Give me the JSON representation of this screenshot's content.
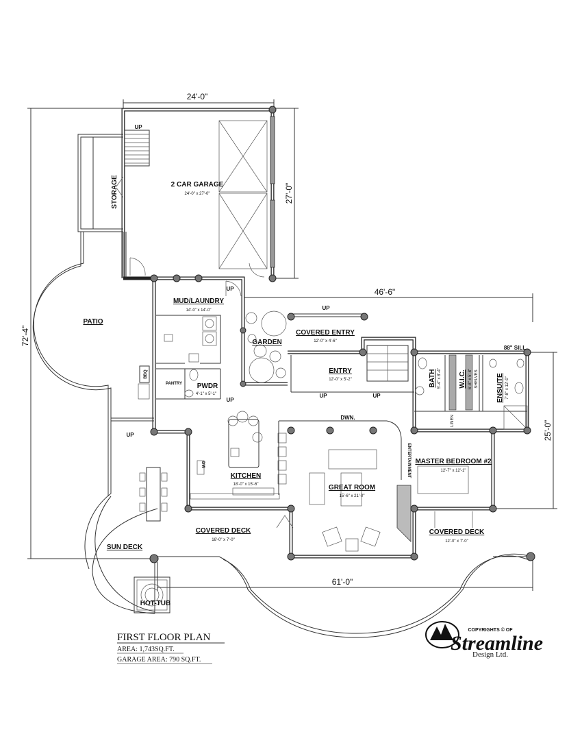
{
  "dimensions": {
    "garage_width": "24'-0\"",
    "garage_depth": "27'-0\"",
    "house_width": "46'-6\"",
    "overall_depth": "72'-4\"",
    "wing_depth": "25'-0\"",
    "deck_width": "61'-0\"",
    "sill_note": "88\" SILL"
  },
  "rooms": {
    "garage": {
      "name": "2 CAR GARAGE",
      "size": "24'-0\" x 27'-0\""
    },
    "storage": {
      "name": "STORAGE"
    },
    "mud": {
      "name": "MUD/LAUNDRY",
      "size": "14'-0\" x 14'-0\""
    },
    "patio": {
      "name": "PATIO"
    },
    "garden": {
      "name": "GARDEN"
    },
    "covered_entry": {
      "name": "COVERED ENTRY",
      "size": "12'-0\" x 4'-6\""
    },
    "entry": {
      "name": "ENTRY",
      "size": "12'-0\" x 5'-2\""
    },
    "bath": {
      "name": "BATH",
      "size": "5'-4\" x 8'-4\""
    },
    "wic": {
      "name": "W.I.C.",
      "size": "6'-8\" x 5'-8\""
    },
    "shelves": {
      "name": "SHELVES"
    },
    "ensuite": {
      "name": "ENSUITE",
      "size": "7'-8\" x 12'-0\""
    },
    "linen": {
      "name": "LINEN"
    },
    "pantry": {
      "name": "PANTRY"
    },
    "bbq": {
      "name": "BBQ"
    },
    "pwdr": {
      "name": "PWDR",
      "size": "4'-1\" x 5'-1\""
    },
    "kitchen": {
      "name": "KITCHEN",
      "size": "18'-0\" x 15'-6\""
    },
    "great_room": {
      "name": "GREAT ROOM",
      "size": "15'-6\" x 21'-0\""
    },
    "entertainment": {
      "name": "ENTERTAINMENT"
    },
    "master": {
      "name": "MASTER BEDROOM #2",
      "size": "12'-7\" x 12'-1\""
    },
    "covered_deck_left": {
      "name": "COVERED DECK",
      "size": "16'-0\" x 7'-0\""
    },
    "covered_deck_right": {
      "name": "COVERED DECK",
      "size": "12'-0\" x 7'-0\""
    },
    "sun_deck": {
      "name": "SUN DECK"
    },
    "hot_tub": {
      "name": "HOT-TUB"
    }
  },
  "annotations": {
    "up": "UP",
    "down": "DWN.",
    "dw": "DW"
  },
  "title_block": {
    "title": "FIRST FLOOR PLAN",
    "area": "AREA: 1,743SQ.FT.",
    "garage_area": "GARAGE AREA: 790 SQ.FT."
  },
  "logo": {
    "copyright": "COPYRIGHTS © OF",
    "name": "Streamline",
    "sub": "Design Ltd."
  }
}
